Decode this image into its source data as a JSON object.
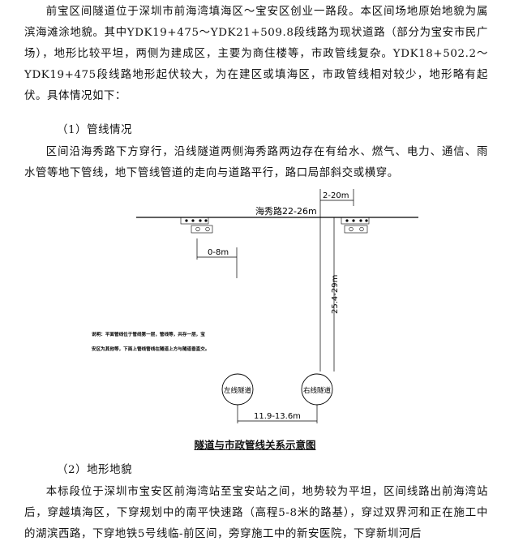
{
  "paragraphs": {
    "intro": "前宝区间隧道位于深圳市前海湾填海区～宝安区创业一路段。本区间场地原始地貌为属滨海滩涂地貌。其中YDK19+475～YDK21+509.8段线路为现状道路（部分为宝安市民广场），地形比较平坦，两侧为建成区，主要为商住楼等，市政管线复杂。YDK18+502.2～YDK19+475段线路地形起伏较大，为在建区或填海区，市政管线相对较少，地形略有起伏。具体情况如下：",
    "pipelines": "区间沿海秀路下方穿行，沿线隧道两侧海秀路两边存在有给水、燃气、电力、通信、雨水管等地下管线，地下管线管道的走向与道路平行，路口局部斜交或横穿。",
    "terrain": "本标段位于深圳市宝安区前海湾站至宝安站之间，地势较为平坦，区间线路出前海湾站后，穿越填海区，下穿规划中的南平快速路（高程5-8米的路基），穿过双界河和正在施工中的湖滨西路，下穿地铁5号线临-前区间，旁穿施工中的新安医院，下穿新圳河后"
  },
  "headings": {
    "pipelines": "（1）管线情况",
    "terrain": "（2）地形地貌"
  },
  "figure": {
    "caption": "隧道与市政管线关系示意图",
    "road_label": "海秀路22-26m",
    "dim_top": "2-20m",
    "dim_left": "0-8m",
    "dim_vertical": "25.4-29m",
    "dim_bottom": "11.9-13.6m",
    "left_tunnel": "左线隧道",
    "right_tunnel": "右线隧道",
    "note_line1": "说明：平面管线位于管线第一层，管线等，共存一层，宝",
    "note_line2": "安区为其他等，下面上管线管线在隧道上方与隧道垂直交。"
  }
}
